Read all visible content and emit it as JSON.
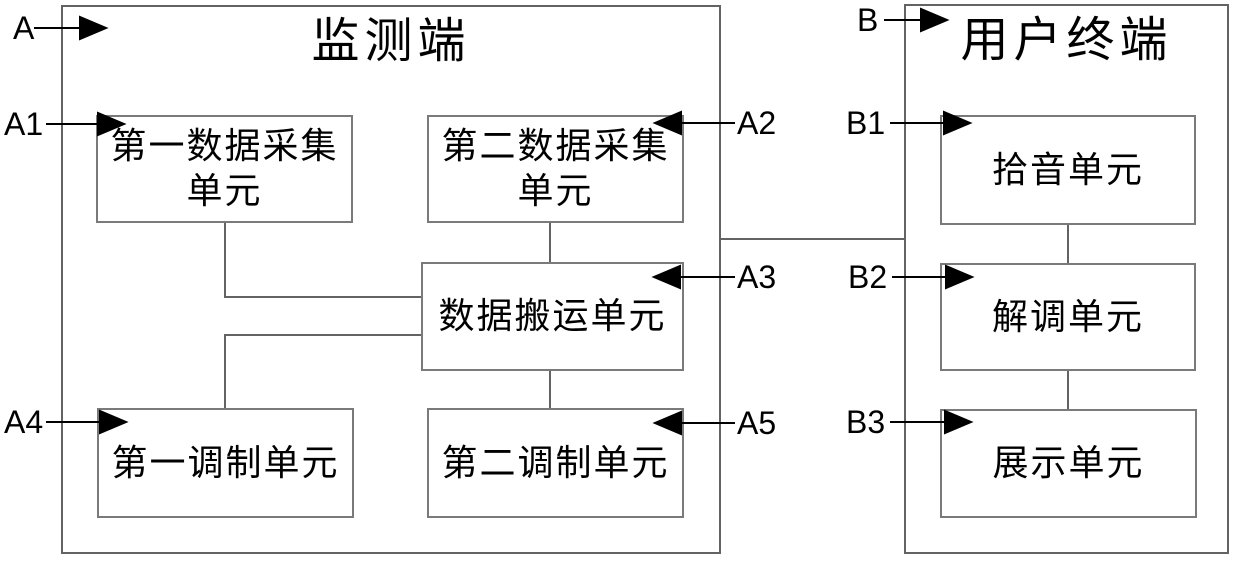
{
  "figure": {
    "type": "patent-block-diagram",
    "background_color": "#ffffff",
    "connector_color": "#636363",
    "arrow_color": "#000000",
    "text_color": "#000000"
  },
  "panels": {
    "monitor": {
      "tag": "A",
      "title": "监测端",
      "units": {
        "first_acquisition": {
          "tag": "A1",
          "line1": "第一数据采集",
          "line2": "单元"
        },
        "second_acquisition": {
          "tag": "A2",
          "line1": "第二数据采集",
          "line2": "单元"
        },
        "data_transfer": {
          "tag": "A3",
          "line1": "数据搬运单元"
        },
        "first_modulation": {
          "tag": "A4",
          "line1": "第一调制单元"
        },
        "second_modulation": {
          "tag": "A5",
          "line1": "第二调制单元"
        }
      }
    },
    "terminal": {
      "tag": "B",
      "title": "用户终端",
      "units": {
        "pickup": {
          "tag": "B1",
          "line1": "拾音单元"
        },
        "demodulation": {
          "tag": "B2",
          "line1": "解调单元"
        },
        "display": {
          "tag": "B3",
          "line1": "展示单元"
        }
      }
    }
  }
}
